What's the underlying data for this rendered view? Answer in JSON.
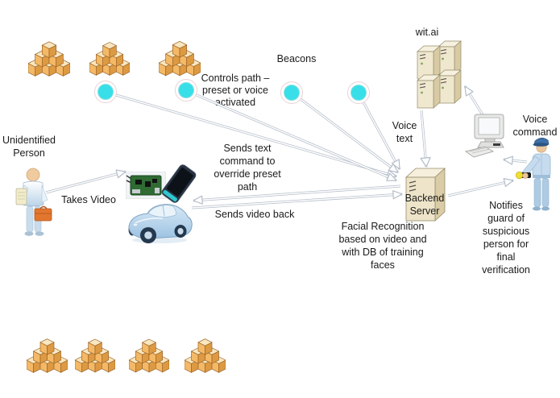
{
  "diagram_title": "security-robot-facial-recognition-flow",
  "labels": {
    "unidentified_person": "Unidentified\nPerson",
    "takes_video": "Takes Video",
    "controls_path": "Controls path –\npreset or voice\nactivated",
    "sends_text_command": "Sends text\ncommand to\noverride preset\npath",
    "sends_video_back": "Sends video back",
    "beacons": "Beacons",
    "wit_ai": "wit.ai",
    "voice_text": "Voice\ntext",
    "backend_server": "Backend\nServer",
    "facial_recognition": "Facial Recognition\nbased on video and\nwith DB of training\nfaces",
    "voice_command": "Voice\ncommand",
    "notifies_guard": "Notifies\nguard of\nsuspicious\nperson for\nfinal\nverification"
  },
  "icons": [
    "crate-stack-icon",
    "beacon-icon",
    "unidentified-person-icon",
    "raspberry-pi-icon",
    "smartphone-icon",
    "car-icon",
    "wit-ai-servers-icon",
    "backend-server-icon",
    "desktop-computer-icon",
    "guard-icon",
    "flashlight-icon"
  ],
  "colors": {
    "beacon_fill": "#38dfe8",
    "connector": "#b4bdc9",
    "crate_front": "#f4b967",
    "crate_side": "#dd9a42",
    "crate_top": "#f8e7c0",
    "server_front": "#efe7ce",
    "server_side": "#d8cba4",
    "server_top": "#f6f1df",
    "car_body": "#bfd9ee",
    "briefcase_orange": "#e2762f",
    "guard_uniform": "#c6dbee",
    "flashlight_beam": "#f2e030",
    "text": "#1a1a1a"
  },
  "counts": {
    "crate_stacks_top": 3,
    "crate_stacks_bottom": 4,
    "beacons": 4
  }
}
